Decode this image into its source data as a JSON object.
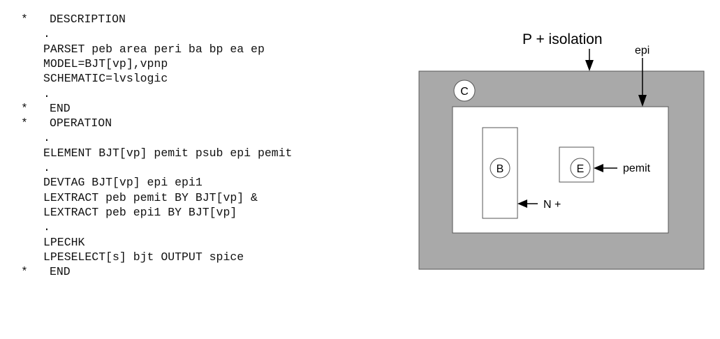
{
  "code": {
    "lines": [
      {
        "star": "*",
        "text": "DESCRIPTION"
      },
      {
        "star": "",
        "text": "."
      },
      {
        "star": "",
        "text": "PARSET peb area peri ba bp ea ep"
      },
      {
        "star": "",
        "text": "MODEL=BJT[vp],vpnp"
      },
      {
        "star": "",
        "text": "SCHEMATIC=lvslogic"
      },
      {
        "star": "",
        "text": "."
      },
      {
        "star": "*",
        "text": "END"
      },
      {
        "star": "*",
        "text": "OPERATION"
      },
      {
        "star": "",
        "text": "."
      },
      {
        "star": "",
        "text": "ELEMENT BJT[vp] pemit psub epi pemit"
      },
      {
        "star": "",
        "text": "."
      },
      {
        "star": "",
        "text": "DEVTAG BJT[vp] epi epi1"
      },
      {
        "star": "",
        "text": "LEXTRACT peb pemit BY BJT[vp] &"
      },
      {
        "star": "",
        "text": "LEXTRACT peb epi1 BY BJT[vp]"
      },
      {
        "star": "",
        "text": "."
      },
      {
        "star": "",
        "text": "LPECHK"
      },
      {
        "star": "",
        "text": "LPESELECT[s] bjt OUTPUT spice"
      },
      {
        "star": "*",
        "text": "END"
      }
    ]
  },
  "diagram": {
    "labels": {
      "isolation": "P + isolation",
      "epi": "epi",
      "collector": "C",
      "base": "B",
      "emitter": "E",
      "pemit": "pemit",
      "nplus": "N +"
    },
    "colors": {
      "isolation_fill": "#a9a9a9",
      "epi_fill": "#ffffff",
      "stroke": "#555555",
      "arrow": "#000000"
    }
  }
}
